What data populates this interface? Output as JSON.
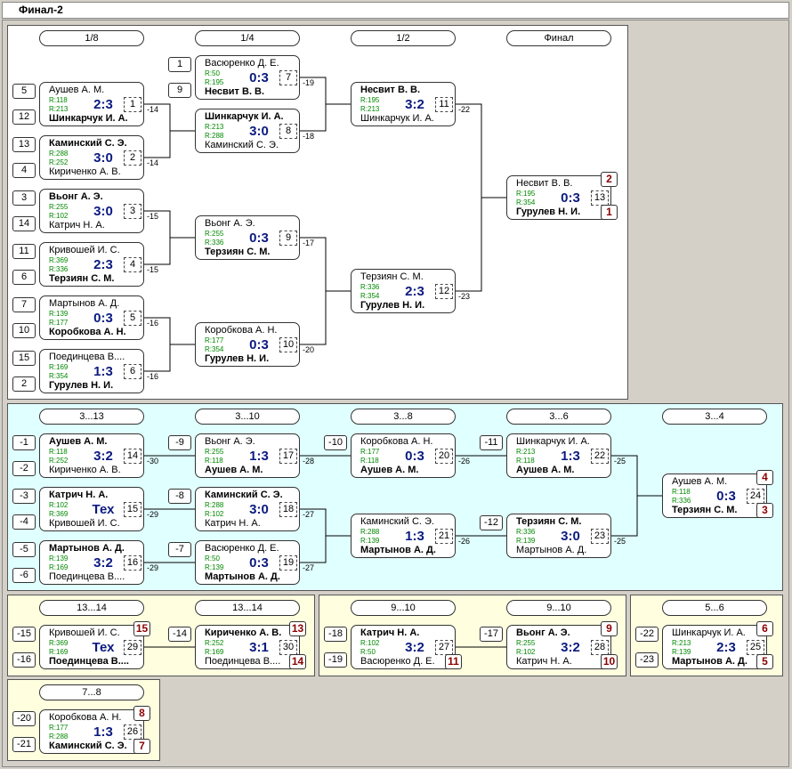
{
  "window": {
    "title": "Финал-2"
  },
  "rounds": {
    "main": [
      "1/8",
      "1/4",
      "1/2",
      "Финал"
    ],
    "cons": [
      "3...13",
      "3...10",
      "3...8",
      "3...6",
      "3...4"
    ],
    "p1314": [
      "13...14",
      "13...14"
    ],
    "p910": [
      "9...10",
      "9...10"
    ],
    "p56": [
      "5...6"
    ],
    "p78": [
      "7...8"
    ]
  },
  "matches": [
    {
      "id": "m1",
      "p1": "Аушев А. М.",
      "p2": "Шинкарчук И. А.",
      "r1": "R:118",
      "r2": "R:213",
      "score": "2:3",
      "no": "1",
      "win": 2,
      "s1": "5",
      "s2": "12",
      "note": "-14"
    },
    {
      "id": "m2",
      "p1": "Каминский С. Э.",
      "p2": "Кириченко А. В.",
      "r1": "R:288",
      "r2": "R:252",
      "score": "3:0",
      "no": "2",
      "win": 1,
      "s1": "13",
      "s2": "4",
      "note": "-14"
    },
    {
      "id": "m3",
      "p1": "Вьонг А. Э.",
      "p2": "Катрич Н. А.",
      "r1": "R:255",
      "r2": "R:102",
      "score": "3:0",
      "no": "3",
      "win": 1,
      "s1": "3",
      "s2": "14",
      "note": "-15"
    },
    {
      "id": "m4",
      "p1": "Кривошей И. С.",
      "p2": "Терзиян С. М.",
      "r1": "R:369",
      "r2": "R:336",
      "score": "2:3",
      "no": "4",
      "win": 2,
      "s1": "11",
      "s2": "6",
      "note": "-15"
    },
    {
      "id": "m5",
      "p1": "Мартынов А. Д.",
      "p2": "Коробкова А. Н.",
      "r1": "R:139",
      "r2": "R:177",
      "score": "0:3",
      "no": "5",
      "win": 2,
      "s1": "7",
      "s2": "10",
      "note": "-16"
    },
    {
      "id": "m6",
      "p1": "Поединцева В....",
      "p2": "Гурулев Н. И.",
      "r1": "R:169",
      "r2": "R:354",
      "score": "1:3",
      "no": "6",
      "win": 2,
      "s1": "15",
      "s2": "2",
      "note": "-16"
    },
    {
      "id": "m7",
      "p1": "Васюренко Д. Е.",
      "p2": "Несвит В. В.",
      "r1": "R:50",
      "r2": "R:195",
      "score": "0:3",
      "no": "7",
      "win": 2,
      "s1": "1",
      "s2": "9",
      "note": "-19"
    },
    {
      "id": "m8",
      "p1": "Шинкарчук И. А.",
      "p2": "Каминский С. Э.",
      "r1": "R:213",
      "r2": "R:288",
      "score": "3:0",
      "no": "8",
      "win": 1,
      "note": "-18"
    },
    {
      "id": "m9",
      "p1": "Вьонг А. Э.",
      "p2": "Терзиян С. М.",
      "r1": "R:255",
      "r2": "R:336",
      "score": "0:3",
      "no": "9",
      "win": 2,
      "note": "-17"
    },
    {
      "id": "m10",
      "p1": "Коробкова А. Н.",
      "p2": "Гурулев Н. И.",
      "r1": "R:177",
      "r2": "R:354",
      "score": "0:3",
      "no": "10",
      "win": 2,
      "note": "-20"
    },
    {
      "id": "m11",
      "p1": "Несвит В. В.",
      "p2": "Шинкарчук И. А.",
      "r1": "R:195",
      "r2": "R:213",
      "score": "3:2",
      "no": "11",
      "win": 1,
      "note": "-22"
    },
    {
      "id": "m12",
      "p1": "Терзиян С. М.",
      "p2": "Гурулев Н. И.",
      "r1": "R:336",
      "r2": "R:354",
      "score": "2:3",
      "no": "12",
      "win": 2,
      "note": "-23"
    },
    {
      "id": "m13",
      "p1": "Несвит В. В.",
      "p2": "Гурулев Н. И.",
      "r1": "R:195",
      "r2": "R:354",
      "score": "0:3",
      "no": "13",
      "win": 2,
      "pl1": "2",
      "pl2": "1"
    },
    {
      "id": "m14",
      "p1": "Аушев А. М.",
      "p2": "Кириченко А. В.",
      "r1": "R:118",
      "r2": "R:252",
      "score": "3:2",
      "no": "14",
      "win": 1,
      "s1": "-1",
      "s2": "-2",
      "note": "-30"
    },
    {
      "id": "m15",
      "p1": "Катрич Н. А.",
      "p2": "Кривошей И. С.",
      "r1": "R:102",
      "r2": "R:369",
      "score": "Тех",
      "no": "15",
      "win": 1,
      "s1": "-3",
      "s2": "-4",
      "note": "-29"
    },
    {
      "id": "m16",
      "p1": "Мартынов А. Д.",
      "p2": "Поединцева В....",
      "r1": "R:139",
      "r2": "R:169",
      "score": "3:2",
      "no": "16",
      "win": 1,
      "s1": "-5",
      "s2": "-6",
      "note": "-29"
    },
    {
      "id": "m17",
      "p1": "Вьонг А. Э.",
      "p2": "Аушев А. М.",
      "r1": "R:255",
      "r2": "R:118",
      "score": "1:3",
      "no": "17",
      "win": 2,
      "s1": "-9",
      "note": "-28"
    },
    {
      "id": "m18",
      "p1": "Каминский С. Э.",
      "p2": "Катрич Н. А.",
      "r1": "R:288",
      "r2": "R:102",
      "score": "3:0",
      "no": "18",
      "win": 1,
      "s1": "-8",
      "note": "-27"
    },
    {
      "id": "m19",
      "p1": "Васюренко Д. Е.",
      "p2": "Мартынов А. Д.",
      "r1": "R:50",
      "r2": "R:139",
      "score": "0:3",
      "no": "19",
      "win": 2,
      "s1": "-7",
      "note": "-27"
    },
    {
      "id": "m20",
      "p1": "Коробкова А. Н.",
      "p2": "Аушев А. М.",
      "r1": "R:177",
      "r2": "R:118",
      "score": "0:3",
      "no": "20",
      "win": 2,
      "s1": "-10",
      "note": "-26"
    },
    {
      "id": "m21",
      "p1": "Каминский С. Э.",
      "p2": "Мартынов А. Д.",
      "r1": "R:288",
      "r2": "R:139",
      "score": "1:3",
      "no": "21",
      "win": 2,
      "note": "-26"
    },
    {
      "id": "m22",
      "p1": "Шинкарчук И. А.",
      "p2": "Аушев А. М.",
      "r1": "R:213",
      "r2": "R:118",
      "score": "1:3",
      "no": "22",
      "win": 2,
      "s1": "-11",
      "note": "-25"
    },
    {
      "id": "m23",
      "p1": "Терзиян С. М.",
      "p2": "Мартынов А. Д.",
      "r1": "R:336",
      "r2": "R:139",
      "score": "3:0",
      "no": "23",
      "win": 1,
      "s1": "-12",
      "note": "-25"
    },
    {
      "id": "m24",
      "p1": "Аушев А. М.",
      "p2": "Терзиян С. М.",
      "r1": "R:118",
      "r2": "R:336",
      "score": "0:3",
      "no": "24",
      "win": 2,
      "pl1": "4",
      "pl2": "3"
    },
    {
      "id": "m29",
      "p1": "Кривошей И. С.",
      "p2": "Поединцева В....",
      "r1": "R:369",
      "r2": "R:169",
      "score": "Тех",
      "no": "29",
      "win": 2,
      "s1": "-15",
      "s2": "-16",
      "pl1": "15"
    },
    {
      "id": "m30",
      "p1": "Кириченко А. В.",
      "p2": "Поединцева В....",
      "r1": "R:252",
      "r2": "R:169",
      "score": "3:1",
      "no": "30",
      "win": 1,
      "s1": "-14",
      "pl1": "13",
      "pl2": "14"
    },
    {
      "id": "m27",
      "p1": "Катрич Н. А.",
      "p2": "Васюренко Д. Е.",
      "r1": "R:102",
      "r2": "R:50",
      "score": "3:2",
      "no": "27",
      "win": 1,
      "s1": "-18",
      "s2": "-19",
      "pl2": "11"
    },
    {
      "id": "m28",
      "p1": "Вьонг А. Э.",
      "p2": "Катрич Н. А.",
      "r1": "R:255",
      "r2": "R:102",
      "score": "3:2",
      "no": "28",
      "win": 1,
      "s1": "-17",
      "pl1": "9",
      "pl2": "10"
    },
    {
      "id": "m25",
      "p1": "Шинкарчук И. А.",
      "p2": "Мартынов А. Д.",
      "r1": "R:213",
      "r2": "R:139",
      "score": "2:3",
      "no": "25",
      "win": 2,
      "s1": "-22",
      "s2": "-23",
      "pl1": "6",
      "pl2": "5"
    },
    {
      "id": "m26",
      "p1": "Коробкова А. Н.",
      "p2": "Каминский С. Э.",
      "r1": "R:177",
      "r2": "R:288",
      "score": "1:3",
      "no": "26",
      "win": 2,
      "s1": "-20",
      "s2": "-21",
      "pl1": "8",
      "pl2": "7"
    }
  ],
  "colors": {
    "frame_bg": "#d4d0c8",
    "main_panel": "#ffffff",
    "cons_panel": "#e0ffff",
    "place_panel": "#ffffe0",
    "score": "#0a1a80",
    "rating": "#008800",
    "place": "#8b0000"
  }
}
